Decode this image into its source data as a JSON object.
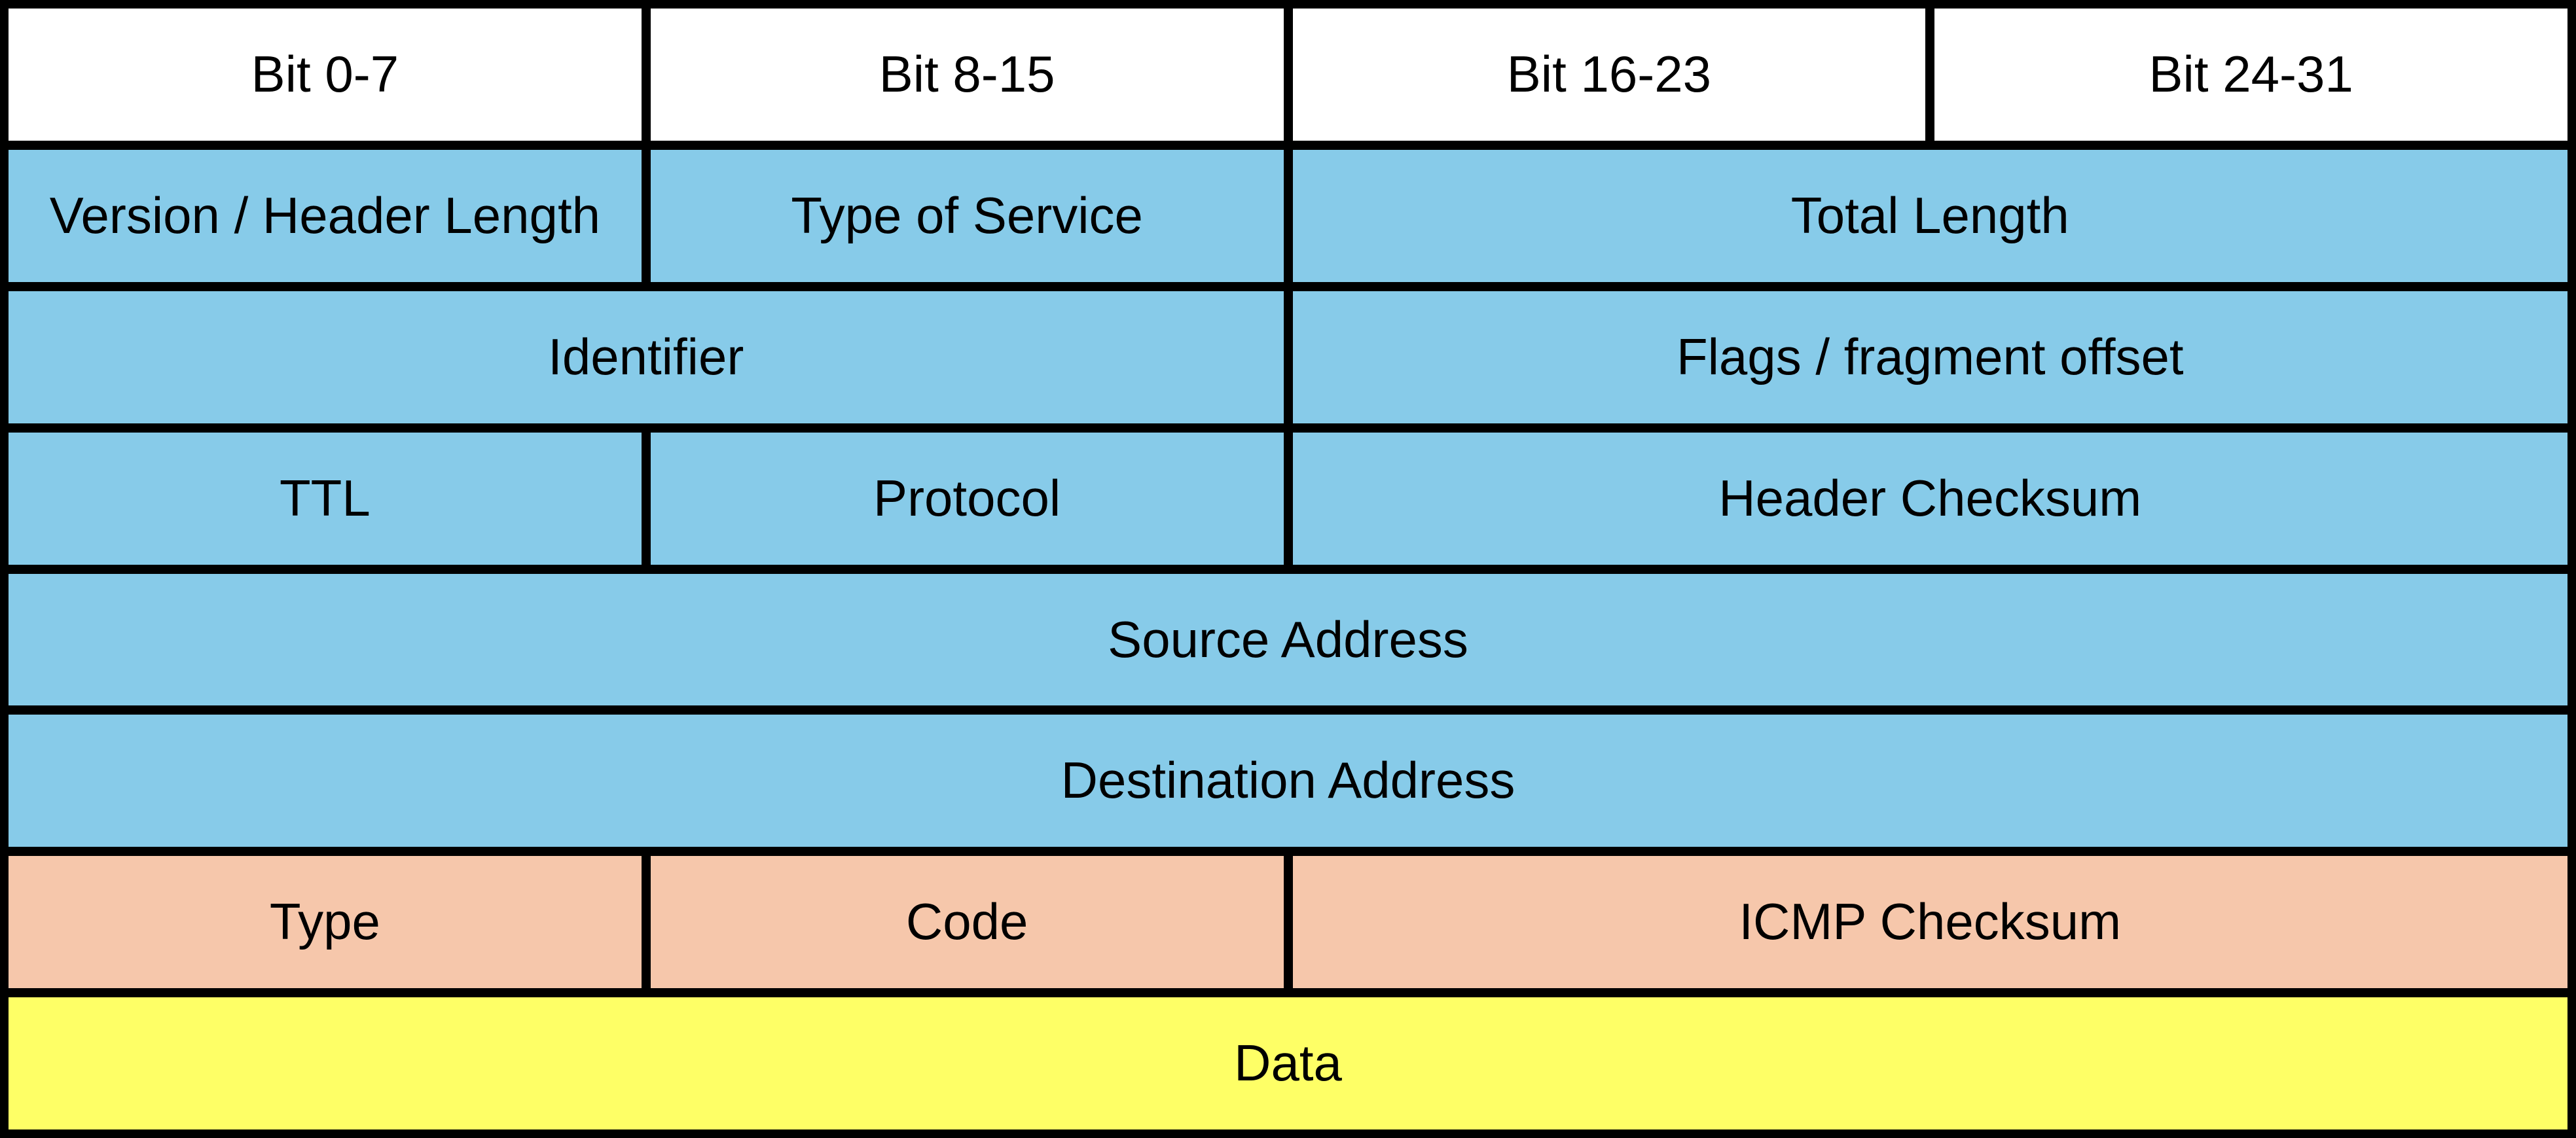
{
  "diagram": {
    "colors": {
      "border": "#000000",
      "text": "#000000",
      "bit_header_bg": "#ffffff",
      "ip_field_bg": "#87cbe9",
      "icmp_field_bg": "#f6c7ab",
      "data_field_bg": "#feff66"
    },
    "rows": [
      {
        "section": "bit-header",
        "cells": [
          {
            "label": "Bit 0-7",
            "span": 1
          },
          {
            "label": "Bit 8-15",
            "span": 1
          },
          {
            "label": "Bit 16-23",
            "span": 1
          },
          {
            "label": "Bit 24-31",
            "span": 1
          }
        ]
      },
      {
        "section": "ip-header",
        "cells": [
          {
            "label": "Version / Header Length",
            "span": 1
          },
          {
            "label": "Type of Service",
            "span": 1
          },
          {
            "label": "Total Length",
            "span": 2
          }
        ]
      },
      {
        "section": "ip-header",
        "cells": [
          {
            "label": "Identifier",
            "span": 2
          },
          {
            "label": "Flags / fragment offset",
            "span": 2
          }
        ]
      },
      {
        "section": "ip-header",
        "cells": [
          {
            "label": "TTL",
            "span": 1
          },
          {
            "label": "Protocol",
            "span": 1
          },
          {
            "label": "Header Checksum",
            "span": 2
          }
        ]
      },
      {
        "section": "ip-header",
        "cells": [
          {
            "label": "Source Address",
            "span": 4
          }
        ]
      },
      {
        "section": "ip-header",
        "cells": [
          {
            "label": "Destination Address",
            "span": 4
          }
        ]
      },
      {
        "section": "icmp-header",
        "cells": [
          {
            "label": "Type",
            "span": 1
          },
          {
            "label": "Code",
            "span": 1
          },
          {
            "label": "ICMP Checksum",
            "span": 2
          }
        ]
      },
      {
        "section": "payload",
        "cells": [
          {
            "label": "Data",
            "span": 4
          }
        ]
      }
    ]
  }
}
